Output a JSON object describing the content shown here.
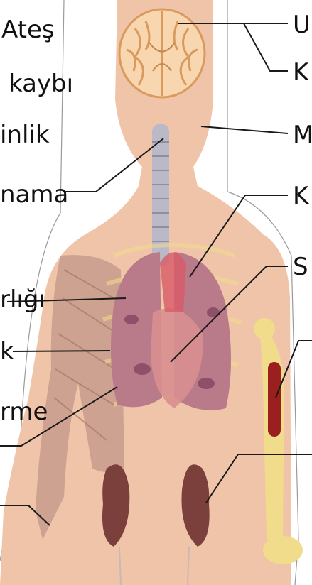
{
  "labels": {
    "ates": "Ateş",
    "kaybi": "kaybı",
    "inlik": "inlik",
    "nama": "nama",
    "rligi": "rlığı",
    "k": "k",
    "rme": "rme",
    "u": "U",
    "k_right": "K",
    "m": "M",
    "k_lower": "K",
    "s": "S"
  },
  "colors": {
    "skin": "#f0c4a8",
    "skin_dark": "#e2ae90",
    "brain": "#f7d6b0",
    "brain_fold": "#d99a5e",
    "lung": "#b97a8a",
    "lung_spot": "#8e4f68",
    "kidney": "#7b3f3c",
    "bone": "#f1dc8c",
    "marrow": "#9b1f1f",
    "muscle": "#c89c8c",
    "heart": "#d88f8f",
    "trachea": "#b9b9c8",
    "outline": "#8a8a8a",
    "leader": "#1a1a1a"
  }
}
